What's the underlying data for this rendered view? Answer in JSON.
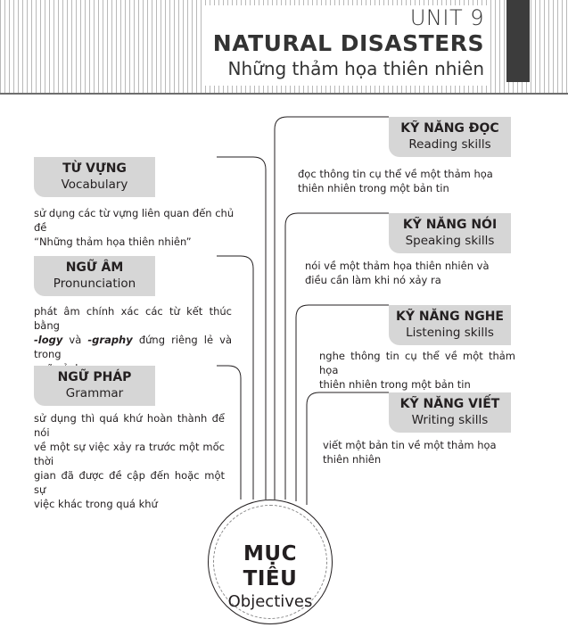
{
  "header": {
    "unit": "UNIT 9",
    "topic": "NATURAL DISASTERS",
    "subtitle": "Những thảm họa thiên nhiên"
  },
  "left": [
    {
      "vi": "TỪ VỰNG",
      "en": "Vocabulary",
      "desc_1": "sử dụng các từ vựng liên quan đến chủ đề",
      "desc_2": "“Những thảm họa thiên nhiên”"
    },
    {
      "vi": "NGỮ ÂM",
      "en": "Pronunciation",
      "desc_1a": "phát âm chính xác các từ kết thúc bằng",
      "desc_2_bold1": "-logy",
      "desc_2_mid": " và ",
      "desc_2_bold2": "-graphy",
      "desc_2_rest": " đứng riêng lẻ và trong",
      "desc_3": "ngữ cảnh"
    },
    {
      "vi": "NGỮ PHÁP",
      "en": "Grammar",
      "desc_1": "sử dụng thì quá khứ hoàn thành để nói",
      "desc_2": "về một sự việc xảy ra trước một mốc thời",
      "desc_3": "gian đã được đề cập đến hoặc một sự",
      "desc_4": "việc khác trong quá khứ"
    }
  ],
  "right": [
    {
      "vi": "KỸ NĂNG ĐỌC",
      "en": "Reading skills",
      "desc_1": "đọc thông tin cụ thể về một thảm họa",
      "desc_2": "thiên nhiên trong một bản tin"
    },
    {
      "vi": "KỸ NĂNG NÓI",
      "en": "Speaking skills",
      "desc_1": "nói về một thảm họa thiên nhiên và",
      "desc_2": "điều cần làm khi nó xảy ra"
    },
    {
      "vi": "KỸ NĂNG NGHE",
      "en": "Listening skills",
      "desc_1": "nghe thông tin cụ thể về một thảm họa",
      "desc_2": "thiên nhiên trong một bản tin"
    },
    {
      "vi": "KỸ NĂNG VIẾT",
      "en": "Writing skills",
      "desc_1": "viết một bản tin về một thảm họa",
      "desc_2": "thiên nhiên"
    }
  ],
  "center": {
    "vi": "MỤC TIÊU",
    "en": "Objectives"
  }
}
